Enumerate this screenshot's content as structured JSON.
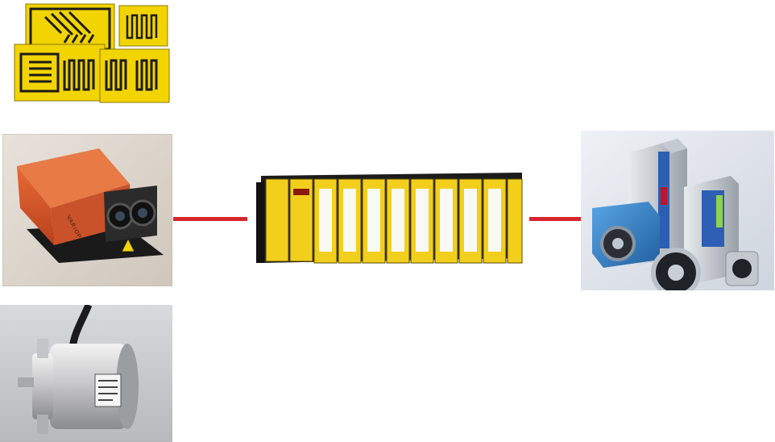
{
  "colors": {
    "connector": "#d8262e",
    "gauge_yellow": "#f2d400",
    "controller_yellow": "#f3cf1d",
    "laser_orange": "#d8572a"
  },
  "images": [
    {
      "id": "strain-gauges",
      "icon": "strain-gauge-icon"
    },
    {
      "id": "laser-sensor",
      "icon": "laser-sensor-icon",
      "label_text": "VARIOPT"
    },
    {
      "id": "rotary-encoder",
      "icon": "rotary-encoder-icon"
    },
    {
      "id": "control-rack",
      "icon": "controller-rack-icon"
    },
    {
      "id": "servo-drives",
      "icon": "servo-motor-icon"
    }
  ]
}
